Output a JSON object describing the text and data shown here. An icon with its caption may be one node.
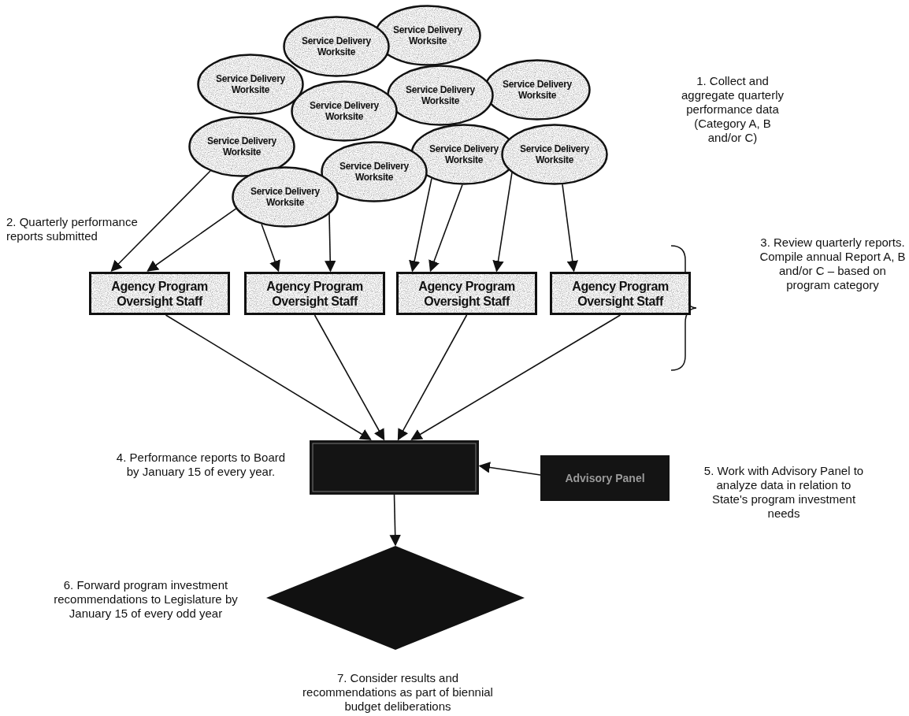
{
  "diagram": {
    "nodes": [
      {
        "text": [
          "Service Delivery Worksite"
        ]
      },
      {
        "text": [
          "Service Delivery Worksite"
        ]
      },
      {
        "text": [
          "Service Delivery Worksite"
        ]
      },
      {
        "text": [
          "Service Delivery Worksite"
        ]
      },
      {
        "text": [
          "Service Delivery Worksite"
        ]
      },
      {
        "text": [
          "Service Delivery Worksite"
        ]
      },
      {
        "text": [
          "Service Delivery Worksite"
        ]
      },
      {
        "text": [
          "Service Delivery Worksite"
        ]
      },
      {
        "text": [
          "Service Delivery Worksite"
        ]
      },
      {
        "text": [
          "Service Delivery Worksite"
        ]
      },
      {
        "text": [
          "Service Delivery Worksite"
        ]
      },
      {
        "text": [
          "Agency Program Oversight Staff"
        ]
      },
      {
        "text": [
          "Agency Program Oversight Staff"
        ]
      },
      {
        "text": [
          "Agency Program Oversight Staff"
        ]
      },
      {
        "text": [
          "Agency Program Oversight Staff"
        ]
      },
      {
        "text": [],
        "shape": "box"
      },
      {
        "text": [
          "Advisory Panel"
        ]
      },
      {
        "text": [],
        "shape": "diamond"
      }
    ],
    "edges": [
      {
        "from": 6,
        "to": 11,
        "arrow": "to"
      },
      {
        "from": 10,
        "to": 11,
        "arrow": "to"
      },
      {
        "from": 10,
        "to": 12,
        "arrow": "to"
      },
      {
        "from": 10,
        "to": 12,
        "arrow": "to"
      },
      {
        "from": 7,
        "to": 13,
        "arrow": "to"
      },
      {
        "from": 7,
        "to": 13,
        "arrow": "to"
      },
      {
        "from": 8,
        "to": 13,
        "arrow": "to"
      },
      {
        "from": 8,
        "to": 14,
        "arrow": "to"
      },
      {
        "from": 11,
        "to": 15,
        "arrow": "to"
      },
      {
        "from": 12,
        "to": 15,
        "arrow": "to"
      },
      {
        "from": 13,
        "to": 15,
        "arrow": "to"
      },
      {
        "from": 14,
        "to": 15,
        "arrow": "to"
      },
      {
        "from": 16,
        "to": 15,
        "arrow": "to"
      },
      {
        "from": 15,
        "to": 17,
        "arrow": "to"
      }
    ],
    "labels": [
      "1. Collect and aggregate quarterly performance data (Category A, B and/or C)",
      "2. Quarterly performance reports submitted",
      "3. Review quarterly reports. Compile annual Report A, B and/or C – based on program category",
      "4. Performance reports to Board by January 15 of every year.",
      "5. Work with Advisory Panel to analyze data in relation to State's program investment needs",
      "6. Forward program investment recommendations to Legislature by January 15 of every odd year",
      "7. Consider results and recommendations as part of biennial budget deliberations"
    ]
  }
}
